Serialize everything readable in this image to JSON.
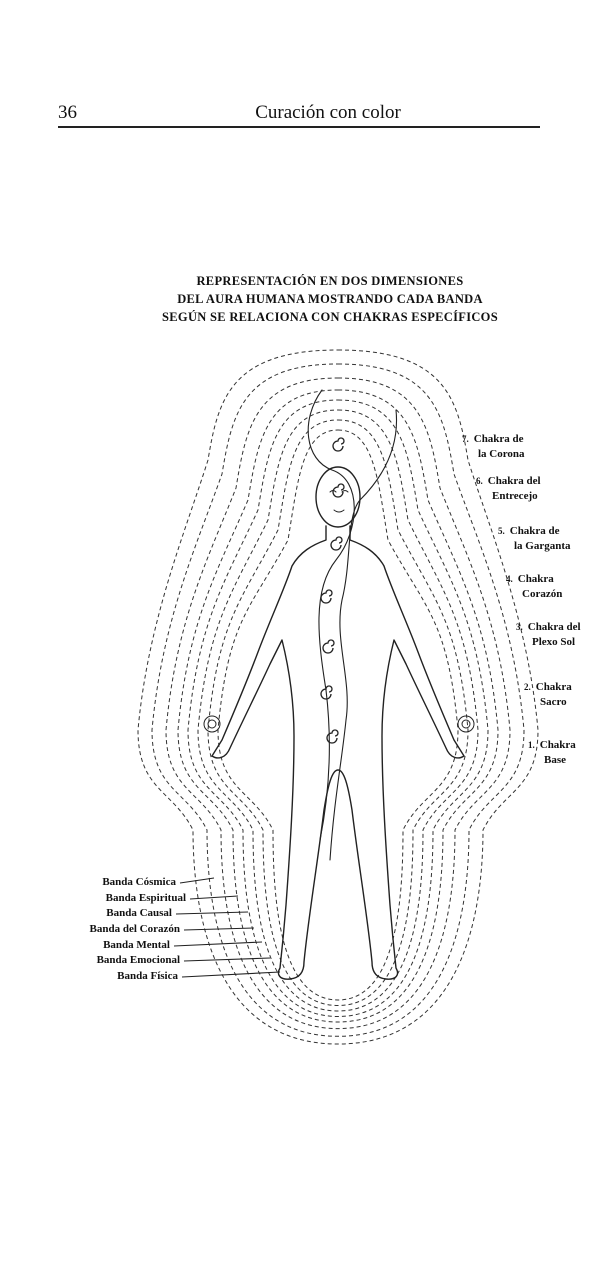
{
  "header": {
    "page_number": "36",
    "running_title": "Curación con color"
  },
  "figure": {
    "title_lines": [
      "REPRESENTACIÓN EN DOS DIMENSIONES",
      "DEL AURA HUMANA MOSTRANDO CADA BANDA",
      "SEGÚN SE RELACIONA CON CHAKRAS ESPECÍFICOS"
    ],
    "chakras": [
      {
        "num": "7.",
        "line1": "Chakra de",
        "line2": "la Corona"
      },
      {
        "num": "6.",
        "line1": "Chakra del",
        "line2": "Entrecejo"
      },
      {
        "num": "5.",
        "line1": "Chakra de",
        "line2": "la Garganta"
      },
      {
        "num": "4.",
        "line1": "Chakra",
        "line2": "Corazón"
      },
      {
        "num": "3.",
        "line1": "Chakra del",
        "line2": "Plexo Sol"
      },
      {
        "num": "2.",
        "line1": "Chakra",
        "line2": "Sacro"
      },
      {
        "num": "1.",
        "line1": "Chakra",
        "line2": "Base"
      }
    ],
    "bands": [
      "Banda Cósmica",
      "Banda Espiritual",
      "Banda Causal",
      "Banda del Corazón",
      "Banda Mental",
      "Banda Emocional",
      "Banda Física"
    ]
  }
}
